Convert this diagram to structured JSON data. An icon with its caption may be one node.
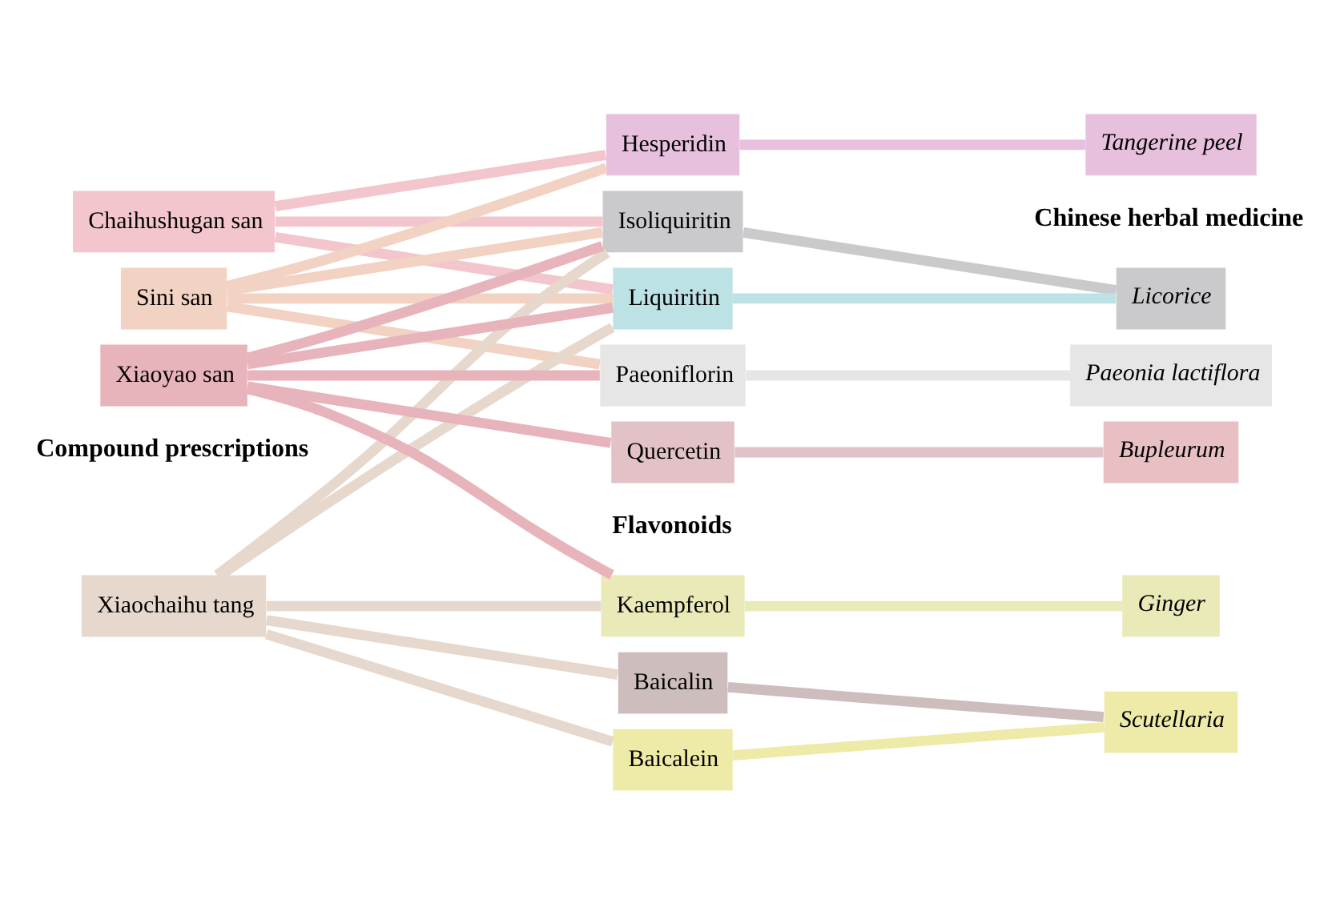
{
  "diagram": {
    "nodes": [
      {
        "text": [
          "Chaihushugan san"
        ]
      },
      {
        "text": [
          "Sini san"
        ]
      },
      {
        "text": [
          "Xiaochaihu tang"
        ]
      },
      {
        "text": [
          "Xiaoyao san"
        ]
      },
      {
        "text": [
          "Baicalein"
        ]
      },
      {
        "text": [
          "Baicalin"
        ]
      },
      {
        "text": [
          "Hesperidin"
        ]
      },
      {
        "text": [
          "Isoliquiritin"
        ]
      },
      {
        "text": [
          "Kaempferol"
        ]
      },
      {
        "text": [
          "Liquiritin"
        ]
      },
      {
        "text": [
          "Paeoniflorin"
        ]
      },
      {
        "text": [
          "Quercetin"
        ]
      },
      {
        "text": [
          "Bupleurum"
        ]
      },
      {
        "text": [
          "Ginger"
        ]
      },
      {
        "text": [
          "Licorice"
        ]
      },
      {
        "text": [
          "Paeonia lactiflora"
        ]
      },
      {
        "text": [
          "Scutellaria"
        ]
      },
      {
        "text": [
          "Tangerine peel"
        ]
      }
    ],
    "edges": [
      {
        "from": 0,
        "to": 6,
        "arrow": "none",
        "color": "#f2c6cc"
      },
      {
        "from": 0,
        "to": 7,
        "arrow": "none",
        "color": "#f2c6cc"
      },
      {
        "from": 0,
        "to": 9,
        "arrow": "none",
        "color": "#f2c6cc"
      },
      {
        "from": 1,
        "to": 6,
        "arrow": "none",
        "color": "#f2d2c2"
      },
      {
        "from": 1,
        "to": 7,
        "arrow": "none",
        "color": "#f2d2c2"
      },
      {
        "from": 1,
        "to": 9,
        "arrow": "none",
        "color": "#f2d2c2"
      },
      {
        "from": 1,
        "to": 10,
        "arrow": "none",
        "color": "#f2d2c2"
      },
      {
        "from": 2,
        "to": 4,
        "arrow": "none",
        "color": "#e6d8cc"
      },
      {
        "from": 2,
        "to": 5,
        "arrow": "none",
        "color": "#e6d8cc"
      },
      {
        "from": 2,
        "to": 7,
        "arrow": "none",
        "color": "#e6d8cc"
      },
      {
        "from": 2,
        "to": 8,
        "arrow": "none",
        "color": "#e6d8cc"
      },
      {
        "from": 2,
        "to": 9,
        "arrow": "none",
        "color": "#e6d8cc"
      },
      {
        "from": 3,
        "to": 7,
        "arrow": "none",
        "color": "#e8b4bc"
      },
      {
        "from": 3,
        "to": 8,
        "arrow": "none",
        "color": "#e8b4bc"
      },
      {
        "from": 3,
        "to": 9,
        "arrow": "none",
        "color": "#e8b4bc"
      },
      {
        "from": 3,
        "to": 10,
        "arrow": "none",
        "color": "#e8b4bc"
      },
      {
        "from": 3,
        "to": 11,
        "arrow": "none",
        "color": "#e8b4bc"
      },
      {
        "from": 4,
        "to": 16,
        "arrow": "none",
        "color": "#eeeaa8"
      },
      {
        "from": 5,
        "to": 16,
        "arrow": "none",
        "color": "#cdbdbd"
      },
      {
        "from": 6,
        "to": 17,
        "arrow": "none",
        "color": "#e6c0dc"
      },
      {
        "from": 7,
        "to": 14,
        "arrow": "none",
        "color": "#cacacc"
      },
      {
        "from": 8,
        "to": 13,
        "arrow": "none",
        "color": "#eaeab8"
      },
      {
        "from": 9,
        "to": 14,
        "arrow": "none",
        "color": "#bce2e6"
      },
      {
        "from": 10,
        "to": 15,
        "arrow": "none",
        "color": "#e6e6e6"
      },
      {
        "from": 11,
        "to": 12,
        "arrow": "none",
        "color": "#e2c2c6"
      }
    ],
    "labels": [
      "Compound prescriptions",
      "Flavonoids",
      "Chinese herbal medicine"
    ]
  }
}
